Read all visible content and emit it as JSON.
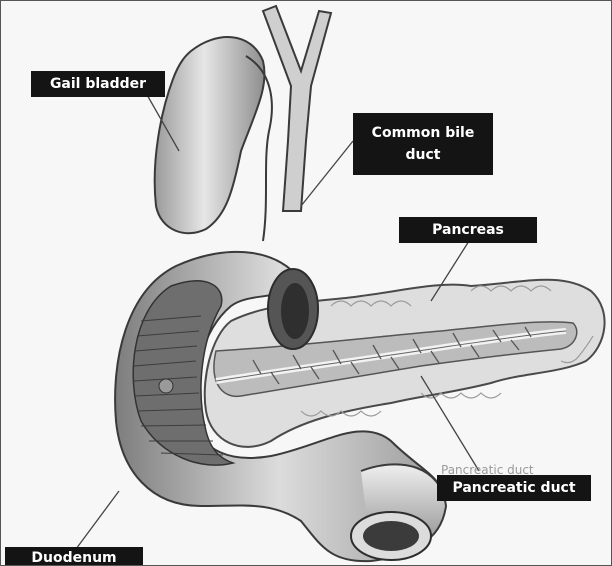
{
  "labels": {
    "gall_bladder": "Gail bladder",
    "common_bile_duct": "Common bile duct",
    "pancreas": "Pancreas",
    "pancreatic_duct": "Pancreatic duct",
    "duodenum": "Duodenum"
  },
  "background_text": {
    "pancreatic_duct_original": "Pancreatic duct"
  },
  "colors": {
    "label_background": "#141414",
    "label_text": "#ffffff",
    "organ_fill": "#d9d9d9",
    "organ_stroke": "#3a3a3a"
  }
}
